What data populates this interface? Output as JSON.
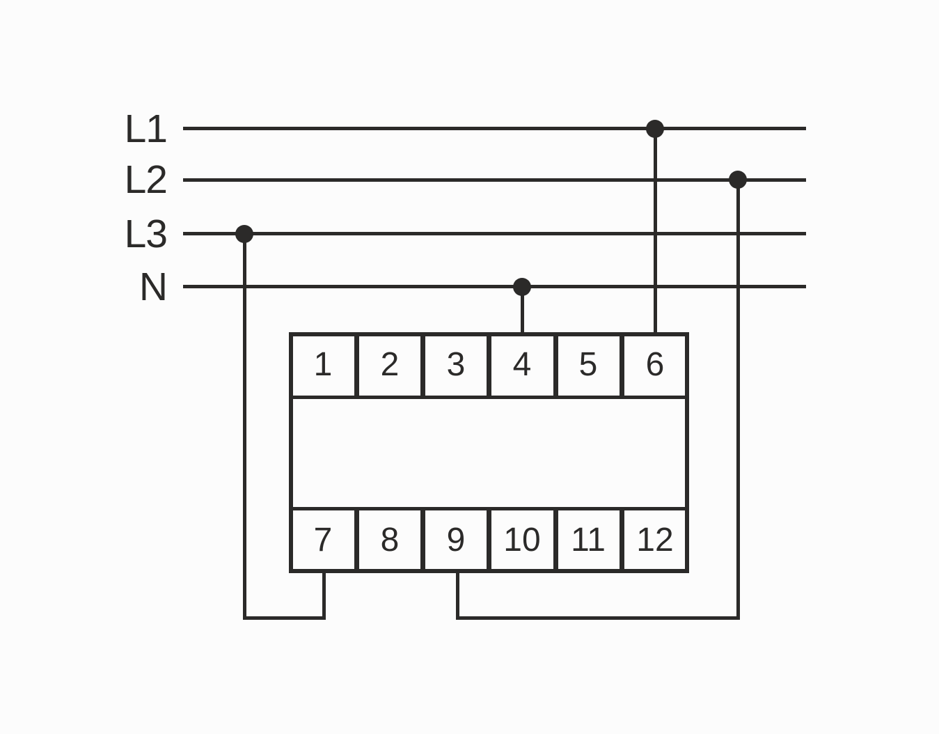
{
  "diagram": {
    "type": "wiring-connection-diagram",
    "background_color": "#fcfcfc",
    "line_color": "#2b2a29",
    "bus_lines": [
      {
        "label": "L1"
      },
      {
        "label": "L2"
      },
      {
        "label": "L3"
      },
      {
        "label": "N"
      }
    ],
    "terminal_block": {
      "top_row": [
        "1",
        "2",
        "3",
        "4",
        "5",
        "6"
      ],
      "bottom_row": [
        "7",
        "8",
        "9",
        "10",
        "11",
        "12"
      ]
    },
    "connections": [
      {
        "from": "L1",
        "to": "terminal 6",
        "via": "vertical drop into top row"
      },
      {
        "from": "L2",
        "to": "terminal 9",
        "via": "right side drop and bottom run"
      },
      {
        "from": "L3",
        "to": "terminal 7",
        "via": "left side drop and bottom run"
      },
      {
        "from": "N",
        "to": "terminal 4",
        "via": "vertical drop into top row"
      }
    ]
  }
}
